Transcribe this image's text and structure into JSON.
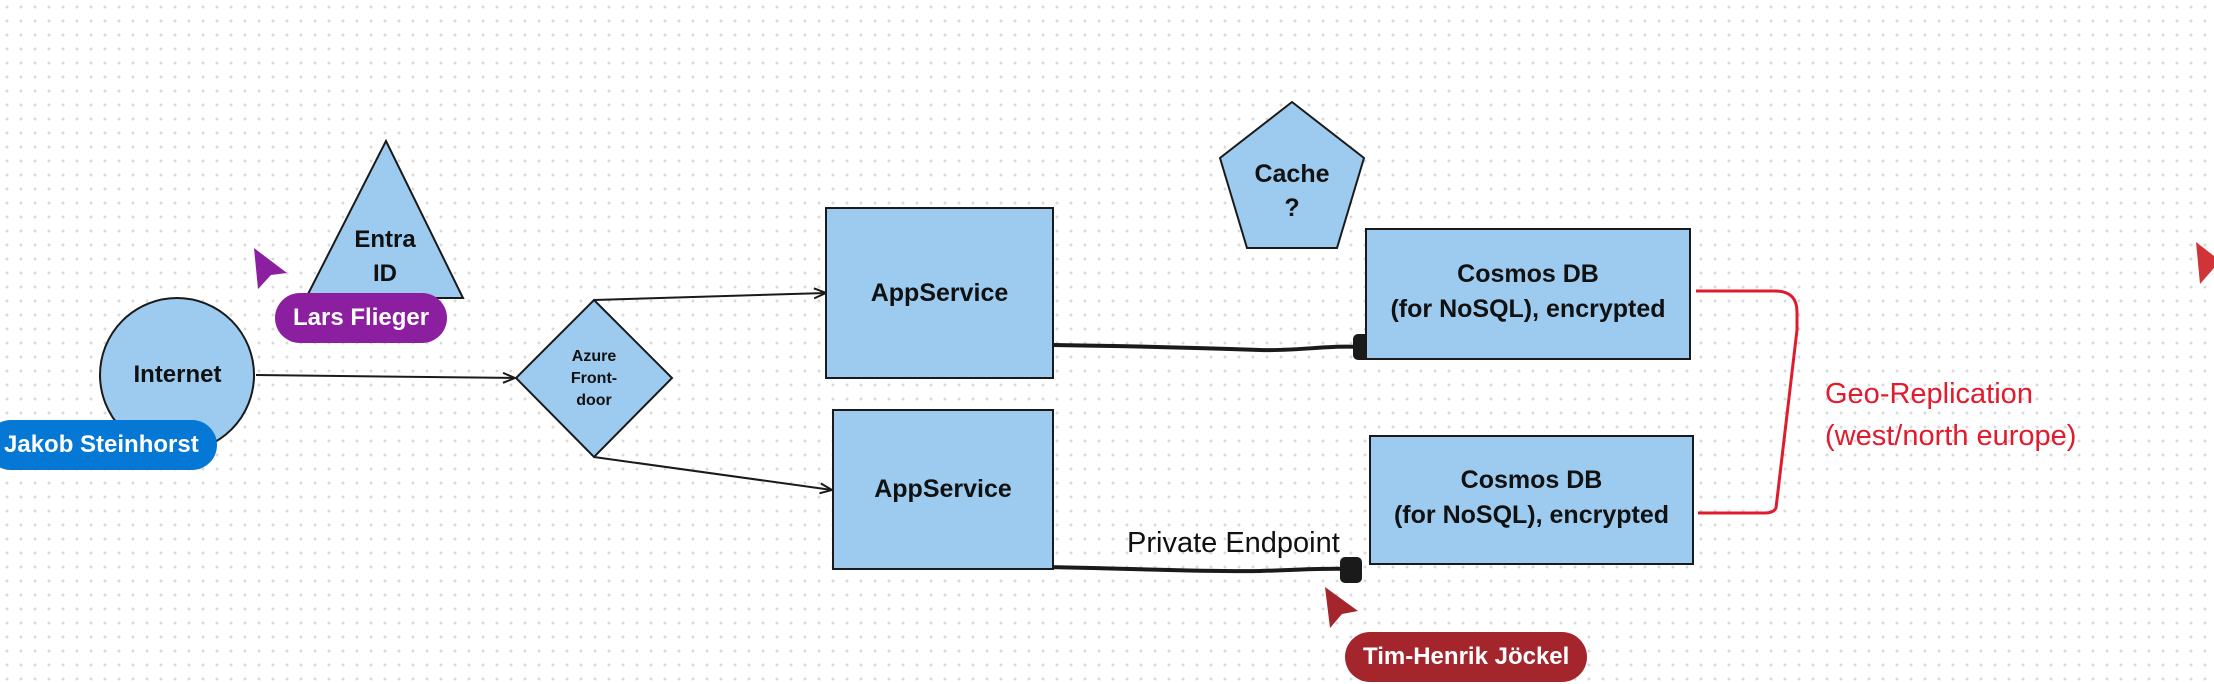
{
  "diagram": {
    "shapes": {
      "internet": "Internet",
      "entra_id": "Entra\nID",
      "front_door": "Azure\nFront-\ndoor",
      "app_service_top": "AppService",
      "app_service_bottom": "AppService",
      "cache": "Cache\n?",
      "cosmos_top": "Cosmos DB\n(for NoSQL), encrypted",
      "cosmos_bottom": "Cosmos DB\n(for NoSQL), encrypted"
    },
    "annotations": {
      "private_endpoint": "Private Endpoint",
      "geo_replication": "Geo-Replication\n(west/north europe)"
    },
    "collaborators": [
      {
        "name": "Jakob Steinhorst",
        "color": "#0478d4"
      },
      {
        "name": "Lars Flieger",
        "color": "#8b1fa0"
      },
      {
        "name": "Tim-Henrik Jöckel",
        "color": "#a4262c"
      }
    ],
    "colors": {
      "shape_fill": "#9ccbef",
      "stroke": "#1a1a1a",
      "geo_replication": "#e01b2d"
    }
  }
}
